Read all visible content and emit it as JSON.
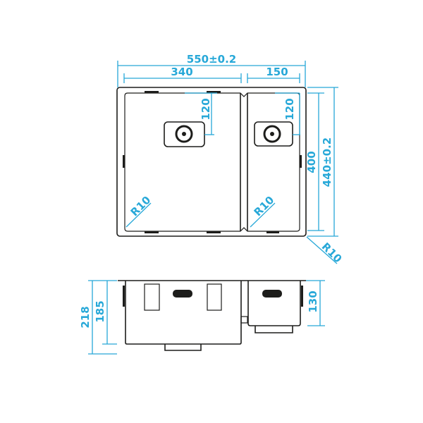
{
  "drawing": {
    "colors": {
      "dimension": "#27a8d8",
      "outline": "#1d1d1b"
    },
    "top_view": {
      "overall_width": "550±0.2",
      "left_bowl_width": "340",
      "right_bowl_width": "150",
      "left_drain_offset": "120",
      "right_drain_offset": "120",
      "bowl_depth_length": "400",
      "overall_length": "440±0.2",
      "outer_radius": "R10",
      "left_inner_radius": "R10",
      "right_inner_radius": "R10"
    },
    "side_view": {
      "overall_height": "218",
      "left_bowl_depth": "185",
      "right_bowl_depth": "130"
    }
  }
}
